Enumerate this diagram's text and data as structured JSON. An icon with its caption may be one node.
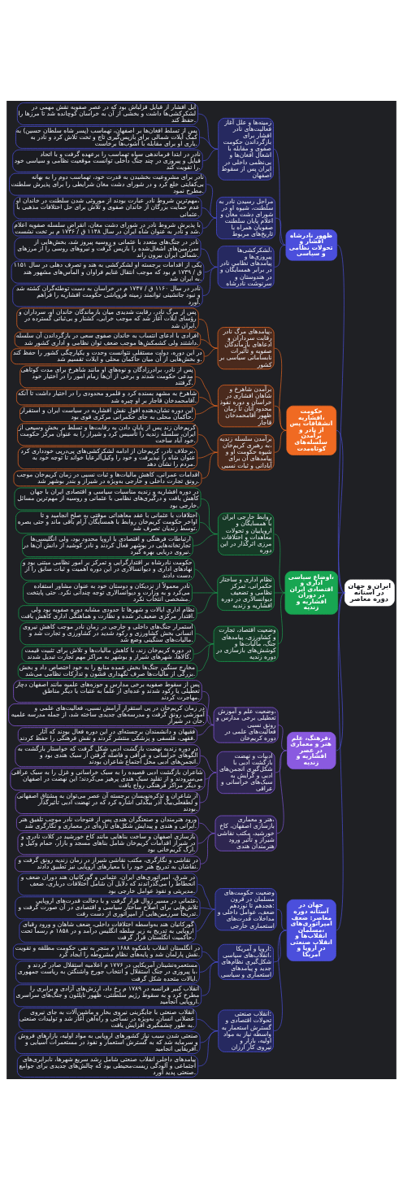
{
  "diagram": {
    "nodes": [
      {
        "text": [
          "ایران و جهان در آستانه دوره معاصر"
        ]
      },
      {
        "text": [
          "ظهور نادرشاه افشار و تحولات نظامی و سیاسی"
        ]
      },
      {
        "text": [
          "زمینه‌ها و علل آغاز فعالیت‌های نادر افشار برای بازگرداندن حکومت صفوی و مقابله با اشغال افغان‌ها و بی‌نظمی داخلی در ایران پس از سقوط اصفهان"
        ]
      },
      {
        "text": [
          "ایل افشار از قبایل قزلباش بود که در عصر صفویه نقش مهمی در لشکرکشی‌ها داشت و بخشی از آن به خراسان کوچانده شد تا مرزها را حفظ کند."
        ]
      },
      {
        "text": [
          "پس از تسلط افغان‌ها بر اصفهان، تهماسب (پسر شاه سلطان حسین) به کمک ایلات شمالی برای بازپس‌گیری تاج و تخت تلاش کرد و نادر به یاری او برای مقابله با آشوب‌ها برخاست."
        ]
      },
      {
        "text": [
          "نادر در ابتدا فرماندهی سپاه تهماسب را برعهده گرفت و با اتحاد قبایل و پیروزی در چند جنگ داخلی توانست موقعیت نظامی و سیاسی خود را تقویت کند."
        ]
      },
      {
        "text": [
          "مراحل رسیدن نادر به سلطنت، شیوه او در شورای دشت مغان و اعلام پایان سلطنت صفویان همراه با تاریخ‌های مربوط"
        ]
      },
      {
        "text": [
          "نادر برای مشروعیت بخشیدن به قدرت خود، تهماسب دوم را به بهانه بی‌کفایتی خلع کرد و در شورای دشت مغان شرایطی را برای پذیرش سلطنت مطرح نمود."
        ]
      },
      {
        "text": [
          "مهم‌ترین شروط نادر عبارت بودند از موروثی شدن سلطنت در خاندان او، عدم حمایت بزرگان از خاندان صفوی و تلاش برای حل اختلافات مذهبی با عثمانی."
        ]
      },
      {
        "text": [
          "با پذیرش شروط نادر در شورای دشت مغان، انقراض سلسله صفویه اعلام شد و نادر به عنوان شاه ایران در سال ۱۱۴۸ ق / ۱۷۳۶ م بر تخت نشست."
        ]
      },
      {
        "text": [
          "لشکرکشی‌ها، پیروزی‌ها و پیامدهای نظامی نادر در برابر همسایگان و در هندوستان و سرنوشت نادرشاه"
        ]
      },
      {
        "text": [
          "نادر در جنگ‌های متعدد با عثمانی و روسیه پیروز شد، بخش‌هایی از سرزمین‌های اشغال‌شده را بازپس گرفت و نیروهای روسی را از مرزهای شمالی ایران بیرون راند."
        ]
      },
      {
        "text": [
          "یکی از اقدامات برجسته او لشکرکشی به هند و تصرف دهلی در سال ۱۱۵۱ ق / ۱۷۳۹ م بود که موجب انتقال غنایم فراوان و الماس‌های مشهور هند به ایران شد."
        ]
      },
      {
        "text": [
          "نادر در سال ۱۱۶۰ ق / ۱۷۴۷ م در خراسان به دست توطئه‌گران کشته شد و نبود جانشینی توانمند زمینه فروپاشی حکومت افشاریه را فراهم آورد."
        ]
      },
      {
        "text": [
          "حکومت افشاریه، انشقاقات پس از نادر و برآمدن سلسله‌های کوتاه‌مدت"
        ]
      },
      {
        "text": [
          "پیامدهای مرگ نادر، رقابت سرداران و ادعاهای بازماندگان صفویه و تأثیرات نابسامانی سیاسی بر کشور"
        ]
      },
      {
        "text": [
          "پس از مرگ نادر، رقابت شدیدی میان بازماندگان خاندان او، سرداران و رؤسای ایلات آغاز شد که موجب خرابی، کشتار و بی‌ثباتی گسترده در ایران شد."
        ]
      },
      {
        "text": [
          "افرادی با ادعای انتساب به خاندان صفوی سعی در بازگرداندن آن سلسله داشتند ولی کشمکش‌ها موجب ضعف توان نظامی و اداری کشور شد."
        ]
      },
      {
        "text": [
          "در این دوره، دولت مستقلی نتوانست وحدت و یکپارچگی کشور را حفظ کند و بخش‌هایی از آن میان حاکمان محلی و ایلات تقسیم شد."
        ]
      },
      {
        "text": [
          "برآمدن شاهرخ و شاهان افشاری در خراسان و دوره نفوذ محدود آنان تا زمان ظهور آقامحمدخان قاجار"
        ]
      },
      {
        "text": [
          "پس از نادر، برادرزادگان و نوه‌های او مانند شاهرخ برای مدت کوتاهی مدعی حکومت شدند و برخی از آن‌ها زمام امور را در اختیار خود گرفتند."
        ]
      },
      {
        "text": [
          "شاهرخ به مشهد بسنده کرد و قلمرو محدودی را در اختیار داشت تا آنکه آقامحمدخان قاجار بر او چیره شد."
        ]
      },
      {
        "text": [
          "این دوره نشان‌دهنده افول نقش افشاریه در سیاست ایران و استقرار حاکمان محلی به جای حکمرانی مرکزی قوی بود."
        ]
      },
      {
        "text": [
          "برآمدن سلسله زندیه به رهبری کریم‌خان، شیوه حکومت او و پیامدهای آن برای آبادانی و ثبات نسبی"
        ]
      },
      {
        "text": [
          "کریم‌خان زند پس از پایان دادن به رقابت‌ها و تسلط بر بخش وسیعی از ایران، سلسله زندیه را تأسیس کرد و شیراز را به عنوان مرکز حکومت خود آباد ساخت."
        ]
      },
      {
        "text": [
          "برخلاف نادر، کریم‌خان از ادامه لشکرکشی‌های پی‌درپی خودداری کرد، عنوان شاه را نپذیرفت و خود را وکیل‌الرعایا خواند تا توجه خود به مردم را نشان دهد."
        ]
      },
      {
        "text": [
          "اقدامات عمرانی، کاهش مالیات‌ها و ثبات نسبی در زمان کریم‌خان موجب رونق تجارت داخلی و خارجی به‌ویژه در شیراز و بندر بوشهر شد."
        ]
      },
      {
        "text": [
          "اوضاع سیاسی، اداری و اقتصادی ایران در دوران افشاریه و زندیه"
        ]
      },
      {
        "text": [
          "روابط خارجی ایران با همسایگان و اروپاییان و تحولات معاهدات و اختلافات مرزی اثرگذار در این دوره"
        ]
      },
      {
        "text": [
          "در دوره افشاریه و زندیه مناسبات سیاسی و اقتصادی ایران با جهان کاهش یافت و درگیری‌های نظامی با عثمانی و روسیه از مهم‌ترین مسائل خارجی بود."
        ]
      },
      {
        "text": [
          "اختلافات با عثمانی با عقد معاهداتی موقتی به صلح انجامید و تا اواخر حکومت کریم‌خان روابط با همسایگان آرام باقی ماند و حتی بصره توسط زندیان تصرف شد."
        ]
      },
      {
        "text": [
          "ارتباطات فرهنگی و اقتصادی با اروپا محدود بود، ولی انگلیسی‌ها تجارتخانه‌هایی در بوشهر فعال کردند و نادر کوشید از دانش آن‌ها در نیروی دریایی بهره گیرد."
        ]
      },
      {
        "text": [
          "نظام اداری و ساختار حکمرانی، تمرکز نظامی و تضعیف دیوانسالاری در دوره افشاریه و زندیه"
        ]
      },
      {
        "text": [
          "حکومت نادرشاه بر اقتدارگرایی و تمرکز بر امور نظامی مبتنی بود و نهادهای اداری و دیوانسالاری در این دوره اهمیت و ثبات سابق را از دست دادند."
        ]
      },
      {
        "text": [
          "نادر معمولاً از نزدیکان و دوستان خود به عنوان مشاور استفاده می‌کرد و به وزارت و دیوانسالاری توجه چندانی نکرد. حتی پایتخت مشخصی انتخاب نکرد."
        ]
      },
      {
        "text": [
          "نظام اداری ایالات و شهرها تا حدودی مشابه دوره صفویه بود ولی اقتدار مرکزی ضعیف‌تر شده و نظارت و هماهنگی اداری کاهش یافت."
        ]
      },
      {
        "text": [
          "وضعیت اقتصاد، تجارت و کشاورزی، پیامدهای جنگ، مالیات‌ها و کوشش‌های بازسازی در دوره زندیه"
        ]
      },
      {
        "text": [
          "استمرار جنگ‌های داخلی و خارجی در زمان نادر موجب کاهش نیروی انسانی بخش کشاورزی و رکود شدید در کشاورزی و تجارت شد و مالیات‌های سنگینی وضع شد."
        ]
      },
      {
        "text": [
          "در دوره کریم‌خان زند، با کاهش مالیات‌ها و تلاش برای تثبیت قیمت کالاها، شهرهای شیراز و بوشهر به مراکز مهم تجارت تبدیل شدند."
        ]
      },
      {
        "text": [
          "مخارج سنگین جنگ‌ها بخش عمده منابع را به خود اختصاص داد و بخش بزرگی از مالیات‌ها صرف نگهداری قشون و تدارکات نظامی می‌شد."
        ]
      },
      {
        "text": [
          "فرهنگ، علم، هنر و معماری در عصر افشاریه و زندیه"
        ]
      },
      {
        "text": [
          "وضعیت علم و آموزش، تعطیلی برخی مدارس و رونق نسبی فعالیت‌های علمی در دوره کریم‌خان"
        ]
      },
      {
        "text": [
          "پس از سقوط صفویه برخی مدارس و حوزه‌های علمیه مانند اصفهان دچار تعطیلی یا رکود شدند و عده‌ای از علما به عتبات یا دیگر مناطق مهاجرت کردند."
        ]
      },
      {
        "text": [
          "در زمان کریم‌خان در پی استقرار آرامش نسبی، فعالیت‌های علمی و آموزشی رونق گرفت و مدرسه‌های جدیدی ساخته شد، از جمله مدرسه علمیه خان در شیراز."
        ]
      },
      {
        "text": [
          "فقیهان و دانشمندان برجسته‌ای در این دوره فعال بودند که آثار فقهی، فلسفی و پزشکی منتشر کردند و نقش فرهنگی را حفظ کردند."
        ]
      },
      {
        "text": [
          "ادبیات و نهضت بازگشت ادبی با شکل‌گیری انجمن‌های ادبی و گرایش به سبک‌های خراسانی و عراقی"
        ]
      },
      {
        "text": [
          "در دوره زندیه نهضت بازگشت ادبی شکل گرفت که خواستار بازگشت به الگوهای خراسانی و عراقی و فاصله گرفتن از سبک هندی بود و انجمن‌های ادبی محل اجتماع شاعران بودند."
        ]
      },
      {
        "text": [
          "شاعران بازگشت ادبی قصیده را به سبک خراسانی و غزل را به سبک عراقی می‌سرودند و از تقلید سبک هندی پرهیز می‌کردند؛ این نهضت در اصفهان و دیگر مراکز فرهنگی رواج یافت."
        ]
      },
      {
        "text": [
          "از شاعران و تذکره‌نویسان برجسته آن عصر می‌توان به مشتاق اصفهانی و لطفعلی‌بیگ آذر بیگدلی اشاره کرد که در نهضت ادبی تأثیرگذار بودند."
        ]
      },
      {
        "text": [
          "هنر و معماری، بازسازی اصفهان، کاخ خورشید، مکتب نقاشی شیراز و تأثیر ورود هنرمندان هندی"
        ]
      },
      {
        "text": [
          "ورود هنرمندان و صنعتگران هندی پس از فتوحات نادر موجب تلفیق هنر ایرانی و هندی و پیدایش شکل‌های تازه‌ای در معماری و نگارگری شد."
        ]
      },
      {
        "text": [
          "بازسازی اصفهان و ساخت بناهایی مانند کاخ خورشید در کلات نادری و در شیراز اقدامات کریم‌خان شامل بناهای مسجد و بازار، حمام وکیل و ارگ کریم‌خانی بود."
        ]
      },
      {
        "text": [
          "در نقاشی و نگارگری، مکتب نقاشی شیراز در زمان زندیه رونق گرفت و نقاشان به تدریج هنر خود را با معیارهای اروپایی نیز تطبیق دادند."
        ]
      },
      {
        "text": [
          "جهان در آستانه دوره معاصر: ضعف امپراتوری‌های مسلمان، انقلاب‌ها و انقلاب صنعتی در اروپا و آمریکا"
        ]
      },
      {
        "text": [
          "وضعیت حکومت‌های مسلمان در قرون هجدهم تا نوزدهم: ضعف، عوامل داخلی و مداخلات قدرت‌های استعماری خارجی"
        ]
      },
      {
        "text": [
          "در شرق، امپراتوری‌های ایران، عثمانی و گورکانیان هند دوران ضعف و انحطاط را می‌گذراندند که دلایل آن شامل اختلافات درباری، ضعف مدیریتی و نفوذ عوامل خارجی بود."
        ]
      },
      {
        "text": [
          "عثمانی در مسیر زوال قرار گرفت و با دخالت قدرت‌های اروپایی، تلاش‌هایی برای اصلاح ساختار سیاسی و اقتصادی در آن صورت گرفت و تدریجاً سرزمین‌هایی از امپراتوری از دست رفت."
        ]
      },
      {
        "text": [
          "گورکانیان هند به‌واسطه اختلافات داخلی، ضعف شاهان و ورود رقبای اروپایی به تدریج به زیر سلطه انگلیس درآمد و در ۱۸۵۸ م رسماً تحت حاکمیت انگلستان قرار گرفت."
        ]
      },
      {
        "text": [
          "اروپا و آمریکا: انقلاب‌های سیاسی، شکل‌گیری نظام‌های جدید و پیامدهای استعماری و سیاسی"
        ]
      },
      {
        "text": [
          "در انگلستان انقلاب باشکوه ۱۶۸۸ م منجر به نفی حکومت مطلقه و تقویت نقش پارلمان شد و پایه‌های نظام مشروطه را ایجاد کرد."
        ]
      },
      {
        "text": [
          "مستعمره‌نشینان آمریکایی در ۱۷۷۶ م اعلامیه استقلال صادر کردند و با پیروزی در جنگ استقلال و انتخاب جورج واشنگتن به ریاست جمهوری، ایالات متحده شکل گرفت."
        ]
      },
      {
        "text": [
          "انقلاب کبیر فرانسه در ۱۷۸۹ م رخ داد، ارزش‌های آزادی و برابری را مطرح کرد و به سقوط رژیم سلطنتی، ظهور ناپلئون و جنگ‌های سراسری اروپایی انجامید."
        ]
      },
      {
        "text": [
          "انقلاب صنعتی: تحولات اقتصادی و گسترش استعمار به واسطه نیاز به مواد اولیه، بازار و نیروی کار ارزان"
        ]
      },
      {
        "text": [
          "انقلاب صنعتی با جایگزینی نیروی بخار و ماشین‌آلات به جای نیروی عضلانی انسان، به‌ویژه در نساجی و راه‌آهن آغاز شد و تولیدات صنعتی به طور چشمگیری افزایش یافت."
        ]
      },
      {
        "text": [
          "صنعتی شدن سبب نیاز کشورهای اروپایی به مواد اولیه، بازارهای فروش و سرمایه شد که به گسترش استعمار و نفوذ در مستعمرات آسیایی و آفریقایی انجامید."
        ]
      },
      {
        "text": [
          "پیامدهای داخلی انقلاب صنعتی شامل رشد سریع شهرها، نابرابری‌های اجتماعی و آلودگی زیست‌محیطی بود که چالش‌های جدیدی برای جوامع صنعتی پدید آورد."
        ]
      }
    ],
    "edges": [
      {
        "from": 0,
        "to": 1,
        "arrow": "none"
      },
      {
        "from": 1,
        "to": 2,
        "arrow": "none"
      },
      {
        "from": 2,
        "to": 3,
        "arrow": "none"
      },
      {
        "from": 2,
        "to": 4,
        "arrow": "none"
      },
      {
        "from": 2,
        "to": 5,
        "arrow": "none"
      },
      {
        "from": 1,
        "to": 6,
        "arrow": "none"
      },
      {
        "from": 6,
        "to": 7,
        "arrow": "none"
      },
      {
        "from": 6,
        "to": 8,
        "arrow": "none"
      },
      {
        "from": 6,
        "to": 9,
        "arrow": "none"
      },
      {
        "from": 1,
        "to": 10,
        "arrow": "none"
      },
      {
        "from": 10,
        "to": 11,
        "arrow": "none"
      },
      {
        "from": 10,
        "to": 12,
        "arrow": "none"
      },
      {
        "from": 10,
        "to": 13,
        "arrow": "none"
      },
      {
        "from": 0,
        "to": 14,
        "arrow": "none"
      },
      {
        "from": 14,
        "to": 15,
        "arrow": "none",
        "color": "#e8661f"
      },
      {
        "from": 15,
        "to": 16,
        "arrow": "none",
        "color": "#e8661f"
      },
      {
        "from": 15,
        "to": 17,
        "arrow": "none",
        "color": "#e8661f"
      },
      {
        "from": 15,
        "to": 18,
        "arrow": "none",
        "color": "#e8661f"
      },
      {
        "from": 14,
        "to": 19,
        "arrow": "none",
        "color": "#e8661f"
      },
      {
        "from": 19,
        "to": 20,
        "arrow": "none",
        "color": "#e8661f"
      },
      {
        "from": 19,
        "to": 21,
        "arrow": "none",
        "color": "#e8661f"
      },
      {
        "from": 19,
        "to": 22,
        "arrow": "none",
        "color": "#e8661f"
      },
      {
        "from": 14,
        "to": 23,
        "arrow": "none",
        "color": "#e8661f"
      },
      {
        "from": 23,
        "to": 24,
        "arrow": "none",
        "color": "#e8661f"
      },
      {
        "from": 23,
        "to": 25,
        "arrow": "none",
        "color": "#e8661f"
      },
      {
        "from": 23,
        "to": 26,
        "arrow": "none",
        "color": "#e8661f"
      },
      {
        "from": 0,
        "to": 27,
        "arrow": "none"
      },
      {
        "from": 27,
        "to": 28,
        "arrow": "none",
        "color": "#1a9e4f"
      },
      {
        "from": 28,
        "to": 29,
        "arrow": "none",
        "color": "#1a9e4f"
      },
      {
        "from": 28,
        "to": 30,
        "arrow": "none",
        "color": "#1a9e4f"
      },
      {
        "from": 28,
        "to": 31,
        "arrow": "none",
        "color": "#1a9e4f"
      },
      {
        "from": 27,
        "to": 32,
        "arrow": "none",
        "color": "#1a9e4f"
      },
      {
        "from": 32,
        "to": 33,
        "arrow": "none",
        "color": "#1a9e4f"
      },
      {
        "from": 32,
        "to": 34,
        "arrow": "none",
        "color": "#1a9e4f"
      },
      {
        "from": 32,
        "to": 35,
        "arrow": "none",
        "color": "#1a9e4f"
      },
      {
        "from": 27,
        "to": 36,
        "arrow": "none",
        "color": "#1a9e4f"
      },
      {
        "from": 36,
        "to": 37,
        "arrow": "none",
        "color": "#1a9e4f"
      },
      {
        "from": 36,
        "to": 38,
        "arrow": "none",
        "color": "#1a9e4f"
      },
      {
        "from": 36,
        "to": 39,
        "arrow": "none",
        "color": "#1a9e4f"
      },
      {
        "from": 0,
        "to": 40,
        "arrow": "none"
      },
      {
        "from": 40,
        "to": 41,
        "arrow": "none",
        "color": "#7c55d6"
      },
      {
        "from": 41,
        "to": 42,
        "arrow": "none",
        "color": "#7c55d6"
      },
      {
        "from": 41,
        "to": 43,
        "arrow": "none",
        "color": "#7c55d6"
      },
      {
        "from": 41,
        "to": 44,
        "arrow": "none",
        "color": "#7c55d6"
      },
      {
        "from": 40,
        "to": 45,
        "arrow": "none",
        "color": "#7c55d6"
      },
      {
        "from": 45,
        "to": 46,
        "arrow": "none",
        "color": "#7c55d6"
      },
      {
        "from": 45,
        "to": 47,
        "arrow": "none",
        "color": "#7c55d6"
      },
      {
        "from": 45,
        "to": 48,
        "arrow": "none",
        "color": "#7c55d6"
      },
      {
        "from": 40,
        "to": 49,
        "arrow": "none",
        "color": "#7c55d6"
      },
      {
        "from": 49,
        "to": 50,
        "arrow": "none",
        "color": "#7c55d6"
      },
      {
        "from": 49,
        "to": 51,
        "arrow": "none",
        "color": "#7c55d6"
      },
      {
        "from": 49,
        "to": 52,
        "arrow": "none",
        "color": "#7c55d6"
      },
      {
        "from": 0,
        "to": 53,
        "arrow": "none"
      },
      {
        "from": 53,
        "to": 54,
        "arrow": "none"
      },
      {
        "from": 54,
        "to": 55,
        "arrow": "none"
      },
      {
        "from": 54,
        "to": 56,
        "arrow": "none"
      },
      {
        "from": 54,
        "to": 57,
        "arrow": "none"
      },
      {
        "from": 53,
        "to": 58,
        "arrow": "none"
      },
      {
        "from": 58,
        "to": 59,
        "arrow": "none"
      },
      {
        "from": 58,
        "to": 60,
        "arrow": "none"
      },
      {
        "from": 58,
        "to": 61,
        "arrow": "none"
      },
      {
        "from": 53,
        "to": 62,
        "arrow": "none"
      },
      {
        "from": 62,
        "to": 63,
        "arrow": "none"
      },
      {
        "from": 62,
        "to": 64,
        "arrow": "none"
      },
      {
        "from": 62,
        "to": 65,
        "arrow": "none"
      }
    ]
  }
}
